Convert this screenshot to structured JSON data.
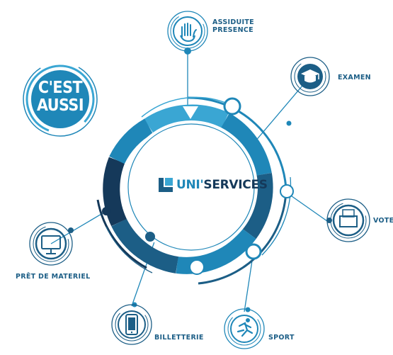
{
  "badge": {
    "line1": "C'EST",
    "line2": "AUSSI"
  },
  "brand": {
    "uni": "UNI",
    "apostrophe": "'",
    "services": "SERVICES"
  },
  "services": [
    {
      "id": "assiduite",
      "lines": [
        "ASSIDUITE",
        "PRESENCE"
      ],
      "icon": "raised-hand-icon"
    },
    {
      "id": "examen",
      "lines": [
        "EXAMEN"
      ],
      "icon": "graduation-cap-icon"
    },
    {
      "id": "vote",
      "lines": [
        "VOTE"
      ],
      "icon": "ballot-box-icon"
    },
    {
      "id": "sport",
      "lines": [
        "SPORT"
      ],
      "icon": "running-figure-icon"
    },
    {
      "id": "billetterie",
      "lines": [
        "BILLETTERIE"
      ],
      "icon": "mobile-phone-icon"
    },
    {
      "id": "pret",
      "lines": [
        "PRÊT DE MATERIEL"
      ],
      "icon": "monitor-icon"
    }
  ],
  "colors": {
    "light_blue": "#3aa6d3",
    "mid_blue": "#1f87b8",
    "dark_blue": "#1c5e86",
    "navy": "#15395a",
    "label": "#1c5e86"
  }
}
